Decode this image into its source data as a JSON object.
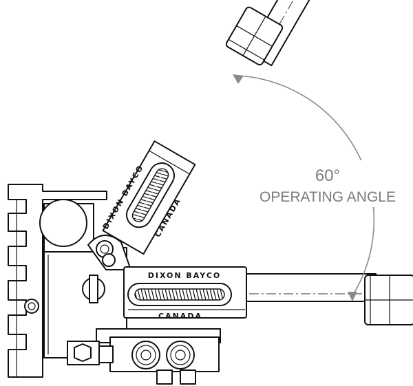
{
  "annotation": {
    "angle": "60°",
    "caption": "OPERATING ANGLE"
  },
  "markings": {
    "brand": "DIXON BAYCO",
    "origin": "CANADA"
  }
}
